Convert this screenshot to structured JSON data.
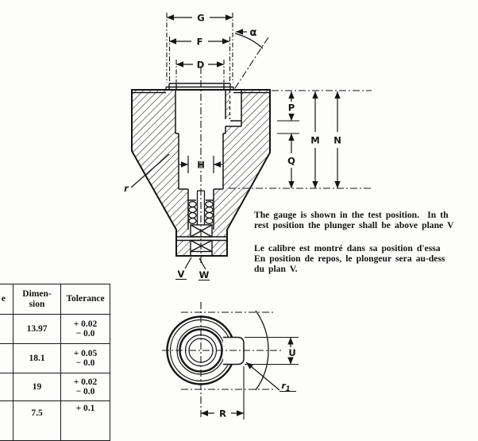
{
  "labels": {
    "G": "G",
    "F": "F",
    "D": "D",
    "alpha": "α",
    "P": "P",
    "M": "M",
    "N": "N",
    "Q": "Q",
    "H": "H",
    "r": "r",
    "V": "V",
    "W": "W",
    "U": "U",
    "R": "R",
    "r1_base": "r",
    "r1_sub": "1"
  },
  "notes": {
    "en_line1": "The gauge is shown in the test position.  In th",
    "en_line2": "rest position the plunger shall be above plane V",
    "fr_line1": "Le calibre est montré dans sa position d'essa",
    "fr_line2": "En position de repos, le plongeur sera au-dess",
    "fr_line3": "du plan V."
  },
  "table": {
    "left_header_fragment": "e",
    "header": {
      "dimension_line1": "Dimen-",
      "dimension_line2": "sion",
      "tolerance": "Tolerance"
    },
    "rows": [
      {
        "dimension": "13.97",
        "tol_line1": "+ 0.02",
        "tol_line2": "− 0.0"
      },
      {
        "dimension": "18.1",
        "tol_line1": "+ 0.05",
        "tol_line2": "− 0.0"
      },
      {
        "dimension": "19",
        "tol_line1": "+ 0.02",
        "tol_line2": "− 0.0"
      },
      {
        "dimension": "7.5",
        "tol_line1": "+ 0.1",
        "tol_line2": ""
      }
    ]
  }
}
